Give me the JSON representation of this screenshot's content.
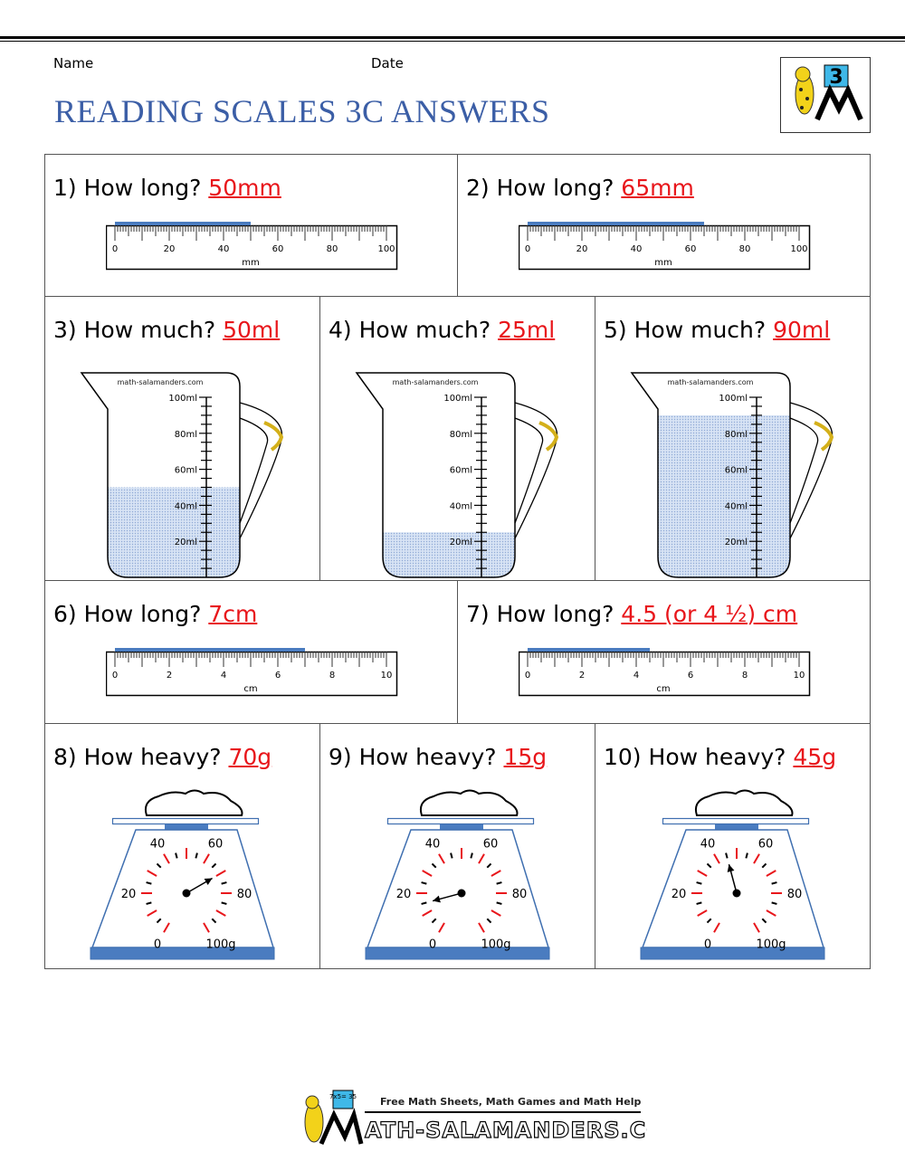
{
  "header": {
    "name_label": "Name",
    "date_label": "Date",
    "title": "READING SCALES 3C ANSWERS",
    "logo_text": "3"
  },
  "colors": {
    "title": "#3b5ea6",
    "answer": "#e8161b",
    "scale_blue": "#4a7cc0",
    "liquid": "#c9d9f0",
    "dial_major_tick": "#e8161b"
  },
  "questions": [
    {
      "num": "1)",
      "question": "How long?",
      "answer": "50mm",
      "type": "ruler",
      "value": 50,
      "max": 100,
      "unit": "mm",
      "labels": [
        "0",
        "20",
        "40",
        "60",
        "80",
        "100"
      ]
    },
    {
      "num": "2)",
      "question": "How long?",
      "answer": "65mm",
      "type": "ruler",
      "value": 65,
      "max": 100,
      "unit": "mm",
      "labels": [
        "0",
        "20",
        "40",
        "60",
        "80",
        "100"
      ]
    },
    {
      "num": "3)",
      "question": "How much?",
      "answer": "50ml",
      "type": "jug",
      "value": 50,
      "brand": "math-salamanders.com",
      "labels": [
        "20ml",
        "40ml",
        "60ml",
        "80ml",
        "100ml"
      ]
    },
    {
      "num": "4)",
      "question": "How much?",
      "answer": "25ml",
      "type": "jug",
      "value": 25,
      "brand": "math-salamanders.com",
      "labels": [
        "20ml",
        "40ml",
        "60ml",
        "80ml",
        "100ml"
      ]
    },
    {
      "num": "5)",
      "question": "How much?",
      "answer": "90ml",
      "type": "jug",
      "value": 90,
      "brand": "math-salamanders.com",
      "labels": [
        "20ml",
        "40ml",
        "60ml",
        "80ml",
        "100ml"
      ]
    },
    {
      "num": "6)",
      "question": "How long?",
      "answer": "7cm",
      "type": "ruler",
      "value": 7,
      "max": 10,
      "unit": "cm",
      "labels": [
        "0",
        "2",
        "4",
        "6",
        "8",
        "10"
      ]
    },
    {
      "num": "7)",
      "question": "How long?",
      "answer": "4.5 (or 4 ½) cm",
      "type": "ruler",
      "value": 4.5,
      "max": 10,
      "unit": "cm",
      "labels": [
        "0",
        "2",
        "4",
        "6",
        "8",
        "10"
      ]
    },
    {
      "num": "8)",
      "question": "How heavy?",
      "answer": "70g",
      "type": "scale",
      "value": 70,
      "labels": [
        "0",
        "20",
        "40",
        "60",
        "80",
        "100g"
      ]
    },
    {
      "num": "9)",
      "question": "How heavy?",
      "answer": "15g",
      "type": "scale",
      "value": 15,
      "labels": [
        "0",
        "20",
        "40",
        "60",
        "80",
        "100g"
      ]
    },
    {
      "num": "10)",
      "question": "How heavy?",
      "answer": "45g",
      "type": "scale",
      "value": 45,
      "labels": [
        "0",
        "20",
        "40",
        "60",
        "80",
        "100g"
      ]
    }
  ],
  "footer": {
    "tagline": "Free Math Sheets, Math Games and Math Help",
    "site": "ATH-SALAMANDERS.COM",
    "board_text": "7x5= 35"
  }
}
